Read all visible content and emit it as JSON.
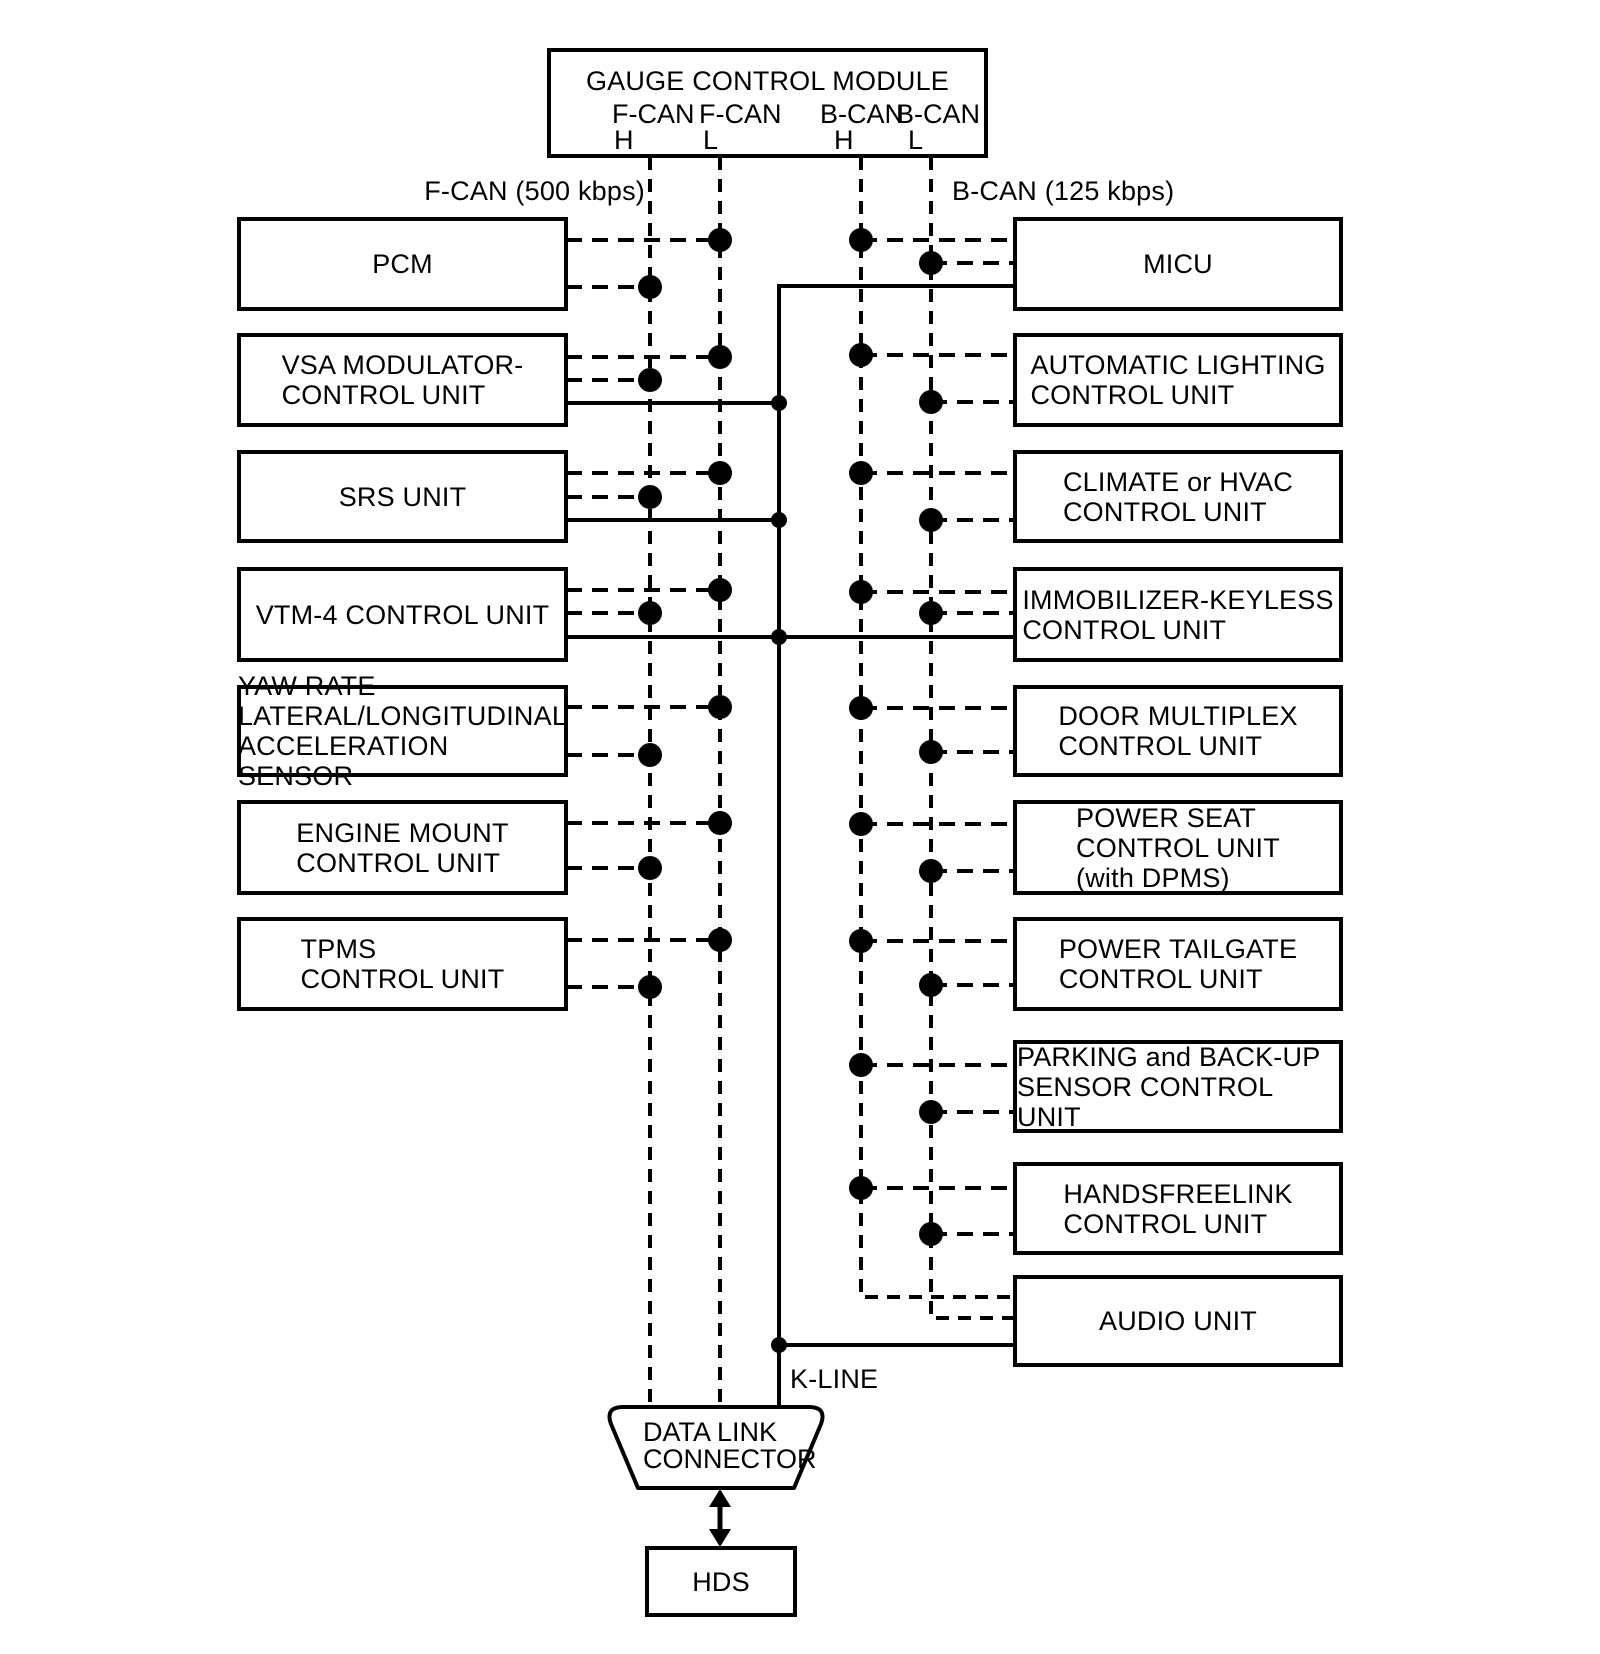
{
  "gauge_module": {
    "title": "GAUGE CONTROL MODULE",
    "ports": [
      {
        "bus": "F-CAN",
        "level": "H"
      },
      {
        "bus": "F-CAN",
        "level": "L"
      },
      {
        "bus": "B-CAN",
        "level": "H"
      },
      {
        "bus": "B-CAN",
        "level": "L"
      }
    ]
  },
  "network_labels": {
    "f_can": "F-CAN (500 kbps)",
    "b_can": "B-CAN (125 kbps)",
    "k_line": "K-LINE"
  },
  "left_units": [
    {
      "label": "PCM"
    },
    {
      "label": "VSA MODULATOR-\nCONTROL UNIT"
    },
    {
      "label": "SRS UNIT"
    },
    {
      "label": "VTM-4 CONTROL UNIT"
    },
    {
      "label": "YAW RATE-\nLATERAL/LONGITUDINAL\nACCELERATION SENSOR"
    },
    {
      "label": "ENGINE MOUNT\nCONTROL UNIT"
    },
    {
      "label": "TPMS\nCONTROL UNIT"
    }
  ],
  "right_units": [
    {
      "label": "MICU"
    },
    {
      "label": "AUTOMATIC LIGHTING\nCONTROL UNIT"
    },
    {
      "label": "CLIMATE or HVAC\nCONTROL UNIT"
    },
    {
      "label": "IMMOBILIZER-KEYLESS\nCONTROL UNIT"
    },
    {
      "label": "DOOR MULTIPLEX\nCONTROL UNIT"
    },
    {
      "label": "POWER SEAT\nCONTROL UNIT\n(with DPMS)"
    },
    {
      "label": "POWER TAILGATE\nCONTROL UNIT"
    },
    {
      "label": "PARKING and BACK-UP\nSENSOR CONTROL UNIT"
    },
    {
      "label": "HANDSFREELINK\nCONTROL UNIT"
    },
    {
      "label": "AUDIO UNIT"
    }
  ],
  "connector": {
    "label": "DATA LINK\nCONNECTOR"
  },
  "tester": {
    "label": "HDS"
  },
  "colors": {
    "line": "#000000",
    "background": "#ffffff"
  }
}
